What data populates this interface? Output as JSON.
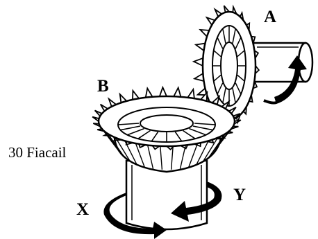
{
  "figure": {
    "background": "#ffffff",
    "ink": "#000000"
  },
  "labels": {
    "a": "A",
    "b": "B",
    "x": "X",
    "y": "Y",
    "teeth": "30 Fiacail"
  },
  "parts": {
    "gear_a_icon": "small-bevel-gear-icon",
    "gear_b_icon": "large-bevel-gear-icon",
    "rotation_arrow_icon": "curved-arrow-icon"
  }
}
